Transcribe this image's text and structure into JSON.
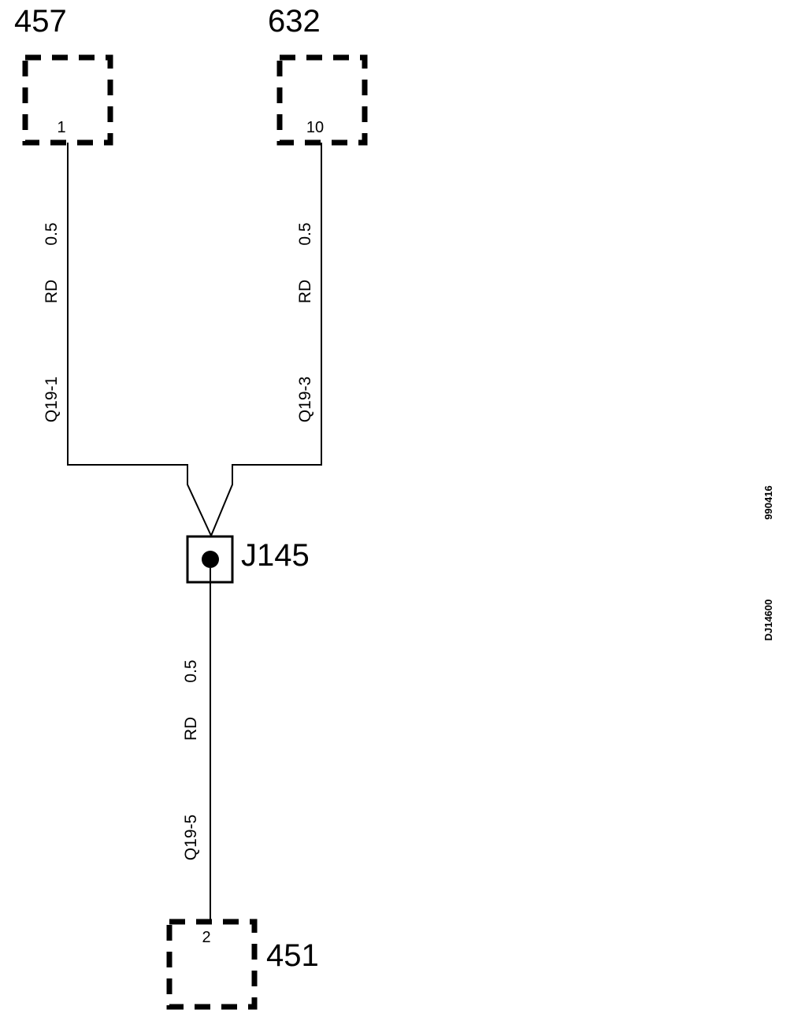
{
  "components": {
    "c457": {
      "id": "457",
      "pin": "1"
    },
    "c632": {
      "id": "632",
      "pin": "10"
    },
    "c451": {
      "id": "451",
      "pin": "2"
    }
  },
  "splice": {
    "id": "J145"
  },
  "wires": {
    "w1": {
      "size": "0.5",
      "color": "RD",
      "circuit": "Q19-1"
    },
    "w3": {
      "size": "0.5",
      "color": "RD",
      "circuit": "Q19-3"
    },
    "w5": {
      "size": "0.5",
      "color": "RD",
      "circuit": "Q19-5"
    }
  },
  "codes": {
    "code_a": "990416",
    "code_b": "DJ14600"
  }
}
